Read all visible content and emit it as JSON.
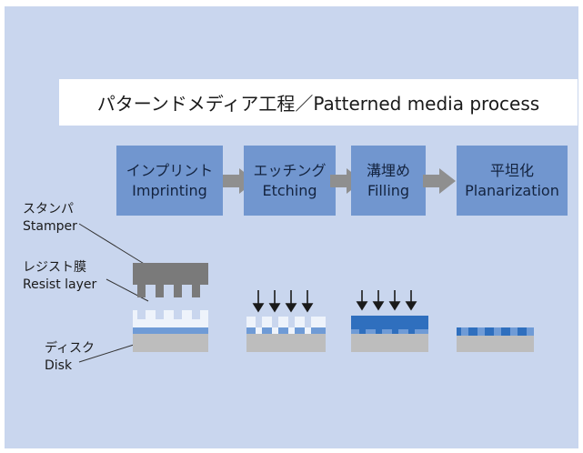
{
  "title": "パターンドメディア工程／Patterned media process",
  "steps": [
    {
      "jp": "インプリント",
      "en": "Imprinting"
    },
    {
      "jp": "エッチング",
      "en": "Etching"
    },
    {
      "jp": "溝埋め",
      "en": "Filling"
    },
    {
      "jp": "平坦化",
      "en": "Planarization"
    }
  ],
  "labels": {
    "stamper_jp": "スタンパ",
    "stamper_en": "Stamper",
    "resist_jp": "レジスト膜",
    "resist_en": "Resist layer",
    "disk_jp": "ディスク",
    "disk_en": "Disk"
  },
  "colors": {
    "background": "#c9d6ee",
    "step_box": "#7196cf",
    "arrow": "#8f8f8f",
    "stamper": "#7a7a7a",
    "resist": "#eef3fb",
    "magnetic": "#6f9bd6",
    "fill": "#2f6fbe",
    "disk": "#bdbdbd"
  }
}
